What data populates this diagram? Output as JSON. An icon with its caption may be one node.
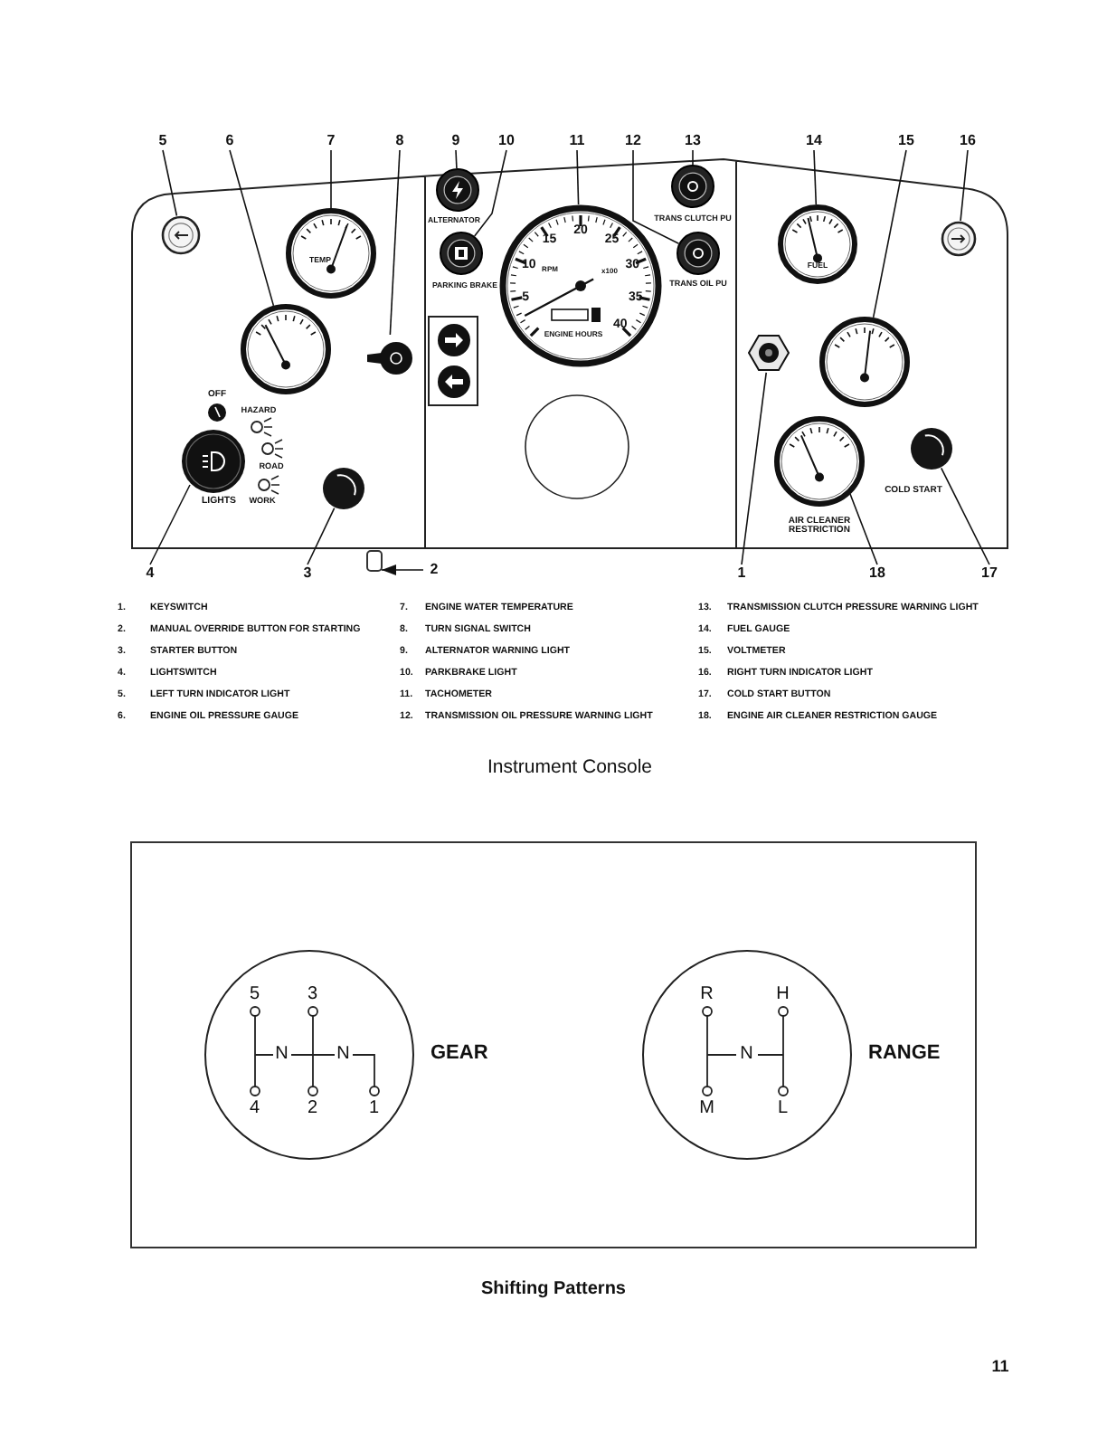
{
  "diagram": {
    "nodes": [
      {
        "text": [],
        "shape": "box"
      },
      {
        "text": [
          "5"
        ]
      },
      {
        "text": [
          "6"
        ]
      },
      {
        "text": [
          "7"
        ]
      },
      {
        "text": [
          "8"
        ]
      },
      {
        "text": [
          "9"
        ]
      },
      {
        "text": [
          "10"
        ]
      },
      {
        "text": [
          "11"
        ]
      },
      {
        "text": [
          "12"
        ]
      },
      {
        "text": [
          "13"
        ]
      },
      {
        "text": [
          "14"
        ]
      },
      {
        "text": [
          "15"
        ]
      },
      {
        "text": [
          "16"
        ]
      },
      {
        "text": [
          "4"
        ]
      },
      {
        "text": [
          "3"
        ]
      },
      {
        "text": [
          "2"
        ]
      },
      {
        "text": [
          "1"
        ]
      },
      {
        "text": [
          "18"
        ]
      },
      {
        "text": [
          "17"
        ]
      },
      {
        "text": [],
        "shape": "hexagon",
        "in": 0
      },
      {
        "text": [],
        "shape": "box"
      },
      {
        "text": [],
        "shape": "circle",
        "in": 0
      },
      {
        "text": [
          "LIGHTS"
        ],
        "in": 0
      },
      {
        "text": [],
        "shape": "circle",
        "in": 0
      },
      {
        "text": [],
        "shape": "circle",
        "in": 0
      },
      {
        "text": [
          "TEMP"
        ],
        "in": 0
      },
      {
        "text": [],
        "shape": "picture",
        "in": 0
      },
      {
        "text": [
          "ALTERNATOR"
        ],
        "in": 0
      },
      {
        "text": [
          "PARKING BRAKE"
        ],
        "in": 0
      },
      {
        "text": [
          "ENGINE HOURS"
        ],
        "in": 0
      },
      {
        "text": [
          "TRANS OIL PU"
        ],
        "in": 0
      },
      {
        "text": [
          "TRANS CLUTCH PU"
        ],
        "in": 0
      },
      {
        "text": [
          "FUEL"
        ],
        "in": 0
      },
      {
        "text": [],
        "shape": "circle",
        "in": 0
      },
      {
        "text": [],
        "shape": "circle",
        "in": 0
      },
      {
        "text": [
          "COLD START"
        ],
        "in": 0
      },
      {
        "text": [
          "AIR CLEANER RESTRICTION"
        ],
        "in": 0
      },
      {
        "text": [],
        "shape": "circle",
        "in": 0
      },
      {
        "text": [
          "Shifting Patterns"
        ]
      },
      {
        "text": [
          "5",
          "3",
          "N",
          "N",
          "4",
          "2",
          "1"
        ],
        "in": 38,
        "beside": [
          "GEAR"
        ]
      },
      {
        "text": [
          "R",
          "H",
          "N",
          "M",
          "L"
        ],
        "in": 38,
        "beside": [
          "RANGE"
        ]
      },
      {
        "text": [],
        "shape": "circle",
        "in": 0
      },
      {
        "text": [],
        "shape": "circle",
        "in": 0
      }
    ],
    "edges": [
      {
        "from": 1,
        "to": 23,
        "arrow": "none"
      },
      {
        "from": 2,
        "to": 24,
        "arrow": "none"
      },
      {
        "from": 3,
        "to": 25,
        "arrow": "none"
      },
      {
        "from": 4,
        "to": 26,
        "arrow": "none"
      },
      {
        "from": 5,
        "to": 27,
        "arrow": "none"
      },
      {
        "from": 6,
        "to": 28,
        "arrow": "none"
      },
      {
        "from": 7,
        "to": 29,
        "arrow": "none"
      },
      {
        "from": 8,
        "to": 30,
        "arrow": "none"
      },
      {
        "from": 9,
        "to": 31,
        "arrow": "none"
      },
      {
        "from": 10,
        "to": 32,
        "arrow": "none"
      },
      {
        "from": 11,
        "to": 33,
        "arrow": "none"
      },
      {
        "from": 12,
        "to": 34,
        "arrow": "none"
      },
      {
        "from": 13,
        "to": 22,
        "arrow": "none"
      },
      {
        "from": 14,
        "to": 21,
        "arrow": "none"
      },
      {
        "from": 15,
        "to": 20,
        "arrow": "to"
      },
      {
        "from": 16,
        "to": 19,
        "arrow": "none"
      },
      {
        "from": 17,
        "to": 36,
        "arrow": "none"
      },
      {
        "from": 18,
        "to": 35,
        "arrow": "none"
      }
    ],
    "labels": [
      "OFF",
      "HAZARD",
      "ROAD",
      "WORK",
      "5",
      "10",
      "15",
      "20",
      "25",
      "30",
      "35",
      "40",
      "RPM",
      "x100",
      "1.",
      "KEYSWITCH",
      "7.",
      "ENGINE WATER TEMPERATURE",
      "13.",
      "TRANSMISSION CLUTCH PRESSURE WARNING LIGHT",
      "2.",
      "MANUAL OVERRIDE BUTTON FOR STARTING",
      "8.",
      "TURN SIGNAL SWITCH",
      "14.",
      "FUEL GAUGE",
      "3.",
      "STARTER BUTTON",
      "9.",
      "ALTERNATOR WARNING LIGHT",
      "15.",
      "VOLTMETER",
      "4.",
      "LIGHTSWITCH",
      "10.",
      "PARKBRAKE LIGHT",
      "16.",
      "RIGHT TURN INDICATOR LIGHT",
      "5.",
      "LEFT TURN INDICATOR LIGHT",
      "11.",
      "TACHOMETER",
      "17.",
      "COLD START BUTTON",
      "6.",
      "ENGINE OIL PRESSURE GAUGE",
      "12.",
      "TRANSMISSION OIL PRESSURE WARNING LIGHT",
      "18.",
      "ENGINE AIR CLEANER RESTRICTION GAUGE",
      "Instrument Console",
      "11"
    ]
  }
}
